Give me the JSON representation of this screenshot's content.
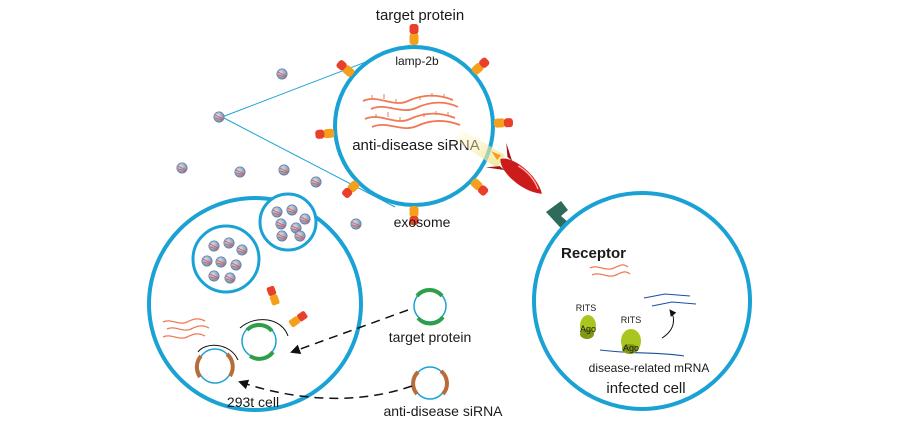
{
  "labels": {
    "target_protein_top": "target protein",
    "lamp": "lamp-2b",
    "sirna_inner": "anti-disease siRNA",
    "exosome": "exosome",
    "receptor": "Receptor",
    "rits_left": "RITS",
    "ago_left": "Ago",
    "rits_right": "RITS",
    "ago_right": "Ago",
    "disease_mrna": "disease-related mRNA",
    "infected_cell": "infected cell",
    "target_protein_plasmid": "target protein",
    "sirna_plasmid": "anti-disease siRNA",
    "cell_293t": "293t cell"
  },
  "colors": {
    "membrane": "#1ba2d4",
    "rna": "#f07a55",
    "plasmid_green": "#2f9e4a",
    "plasmid_brown": "#b86c3a",
    "receptor": "#2f6b5b",
    "rocket": "#cc1b1b",
    "ago": "#a8c61d",
    "protein_orange": "#f5a01c",
    "protein_red": "#e8402a"
  }
}
